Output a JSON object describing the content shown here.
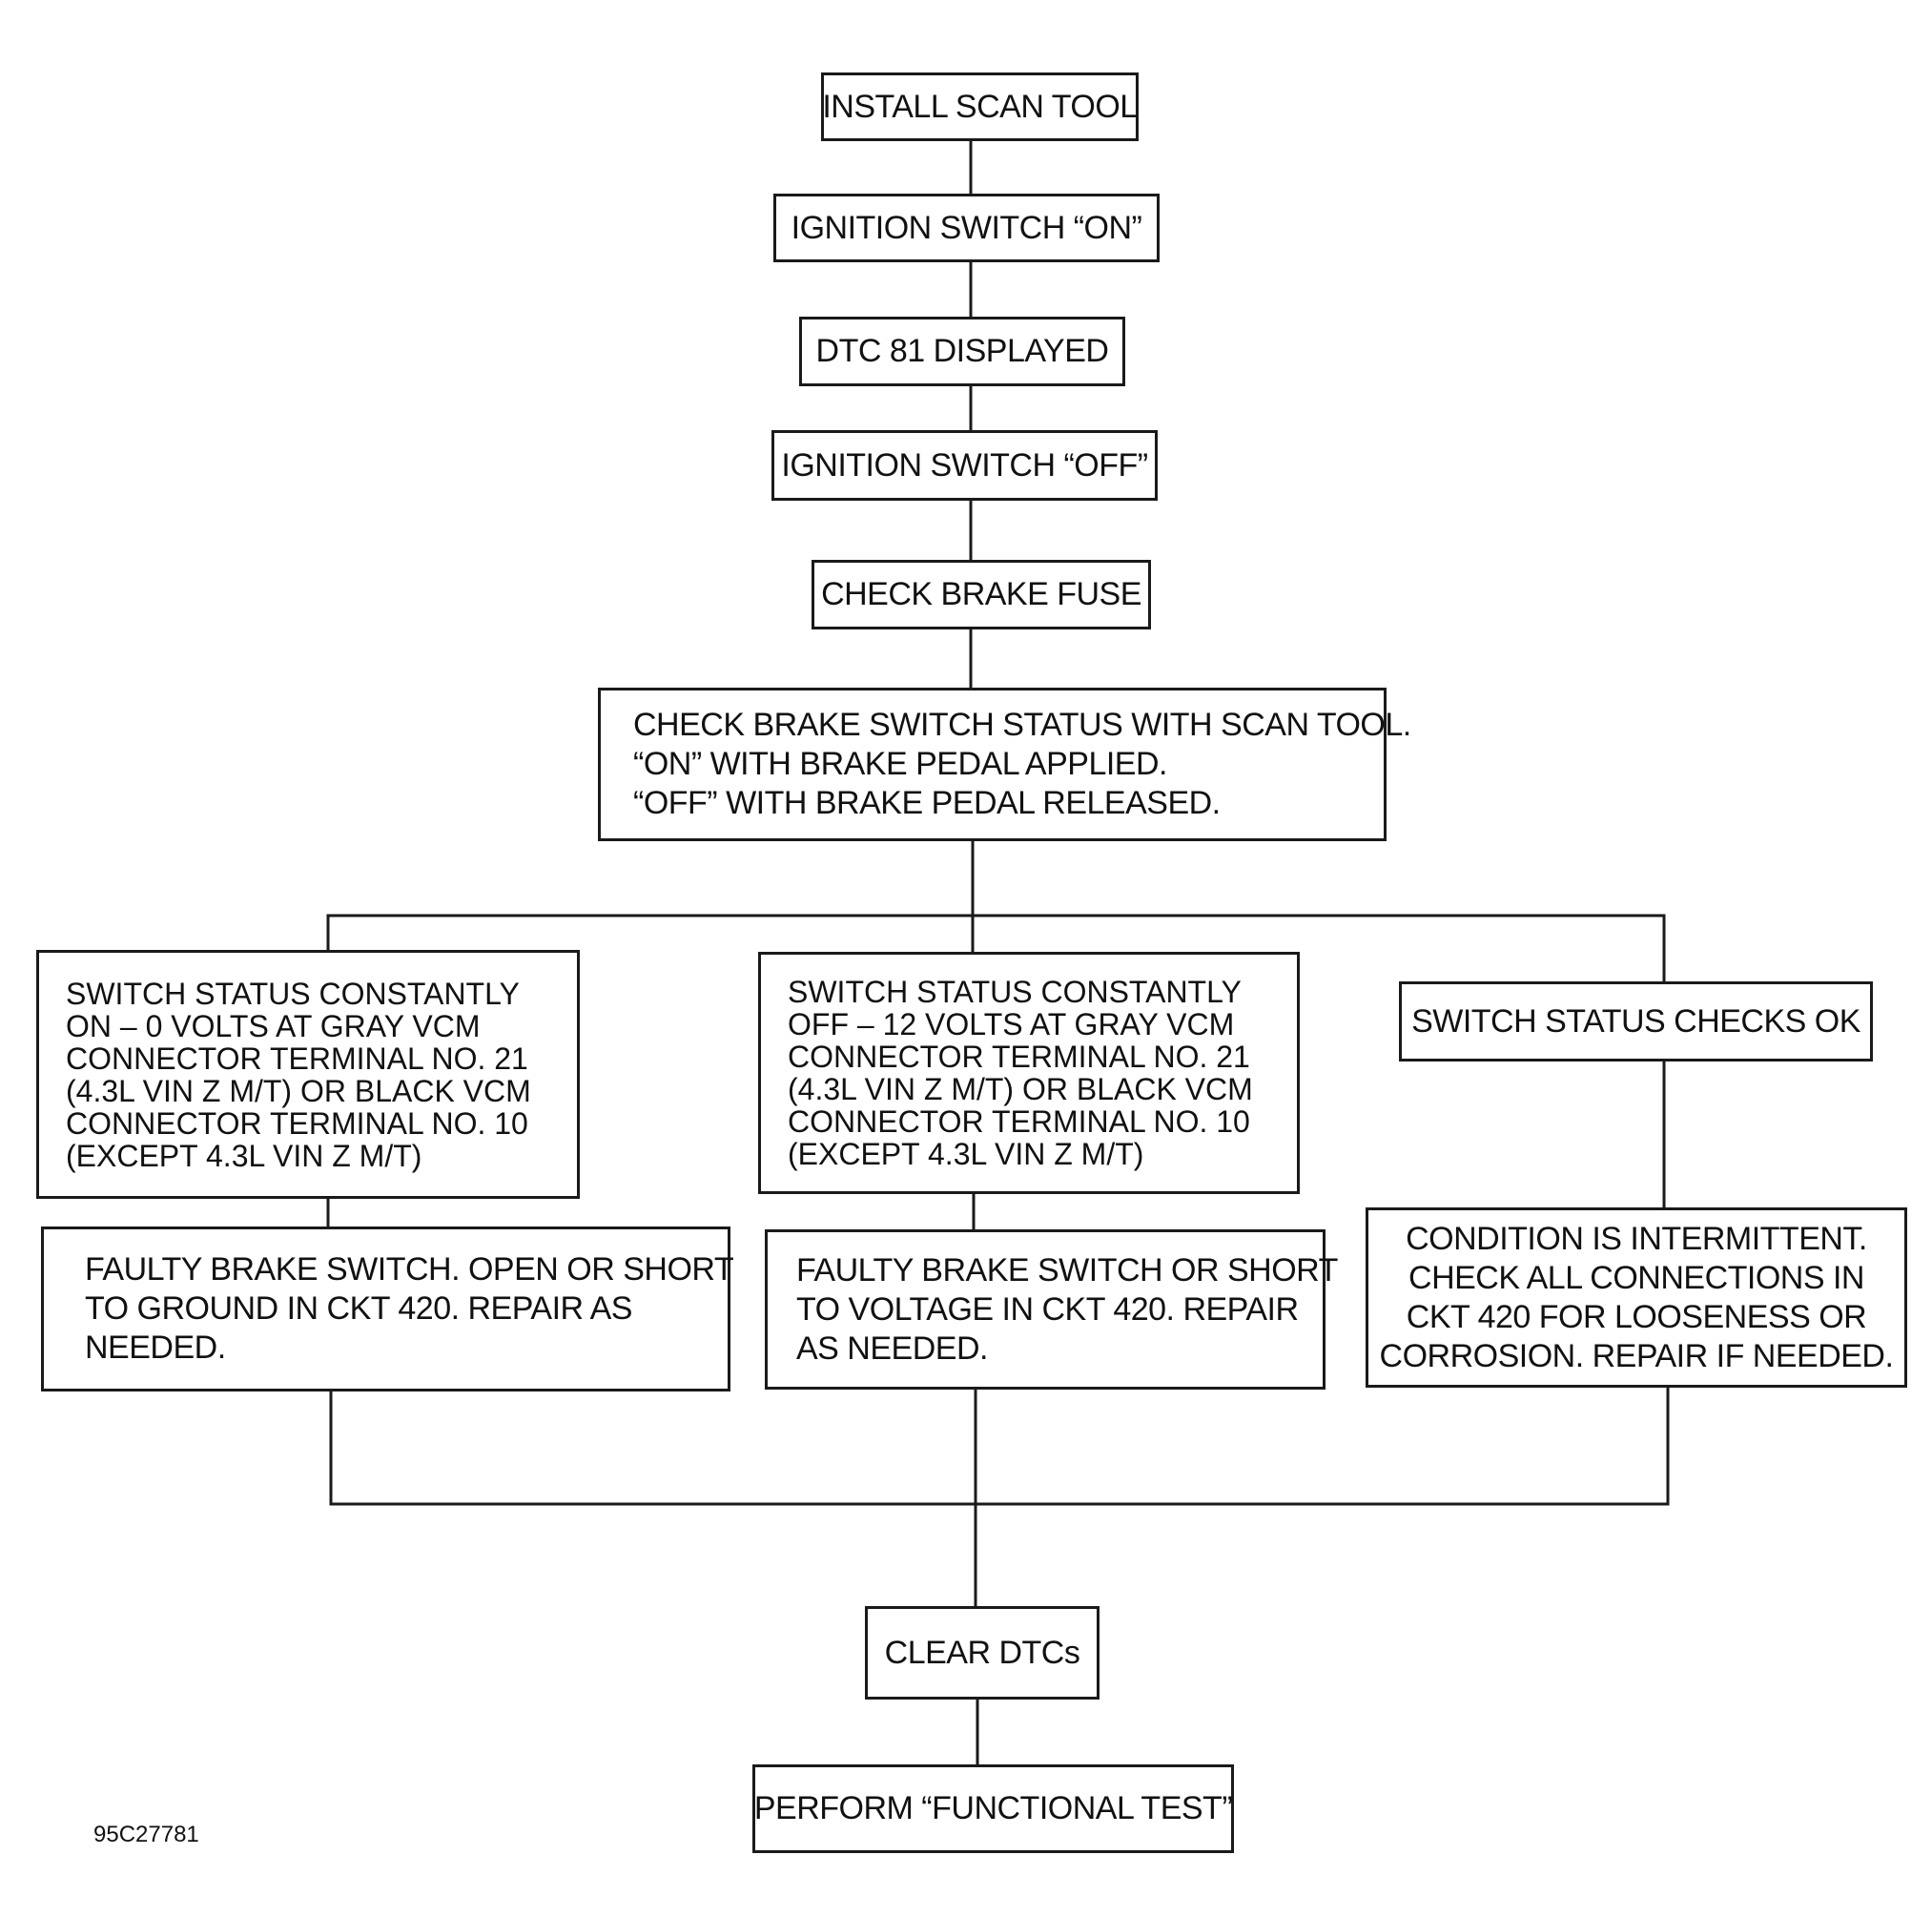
{
  "steps": {
    "install_scan_tool": "INSTALL SCAN TOOL",
    "ignition_on": "IGNITION SWITCH “ON”",
    "dtc_displayed": "DTC 81 DISPLAYED",
    "ignition_off": "IGNITION SWITCH “OFF”",
    "check_brake_fuse": "CHECK BRAKE FUSE",
    "check_switch_status": [
      "CHECK BRAKE SWITCH STATUS WITH SCAN TOOL.",
      "“ON” WITH BRAKE PEDAL APPLIED.",
      "“OFF” WITH BRAKE PEDAL RELEASED."
    ]
  },
  "branches": {
    "constantly_on": {
      "condition": [
        "SWITCH STATUS CONSTANTLY",
        "ON – 0 VOLTS AT GRAY VCM",
        "CONNECTOR TERMINAL NO. 21",
        "(4.3L VIN Z M/T) OR BLACK VCM",
        "CONNECTOR TERMINAL NO. 10",
        "(EXCEPT 4.3L VIN Z M/T)"
      ],
      "action": [
        "FAULTY BRAKE SWITCH. OPEN OR SHORT",
        "TO GROUND IN CKT 420. REPAIR AS",
        "NEEDED."
      ]
    },
    "constantly_off": {
      "condition": [
        "SWITCH STATUS CONSTANTLY",
        "OFF – 12 VOLTS AT GRAY VCM",
        "CONNECTOR TERMINAL NO. 21",
        "(4.3L VIN Z M/T) OR BLACK VCM",
        "CONNECTOR TERMINAL NO. 10",
        "(EXCEPT 4.3L VIN Z M/T)"
      ],
      "action": [
        "FAULTY BRAKE SWITCH OR SHORT",
        "TO VOLTAGE IN CKT 420. REPAIR",
        "AS NEEDED."
      ]
    },
    "checks_ok": {
      "condition": "SWITCH STATUS CHECKS OK",
      "action": [
        "CONDITION IS INTERMITTENT.",
        "CHECK ALL CONNECTIONS IN",
        "CKT 420 FOR LOOSENESS OR",
        "CORROSION. REPAIR IF NEEDED."
      ]
    }
  },
  "final": {
    "clear_dtcs": "CLEAR DTCs",
    "functional_test": "PERFORM “FUNCTIONAL TEST”"
  },
  "figure_id": "95C27781"
}
